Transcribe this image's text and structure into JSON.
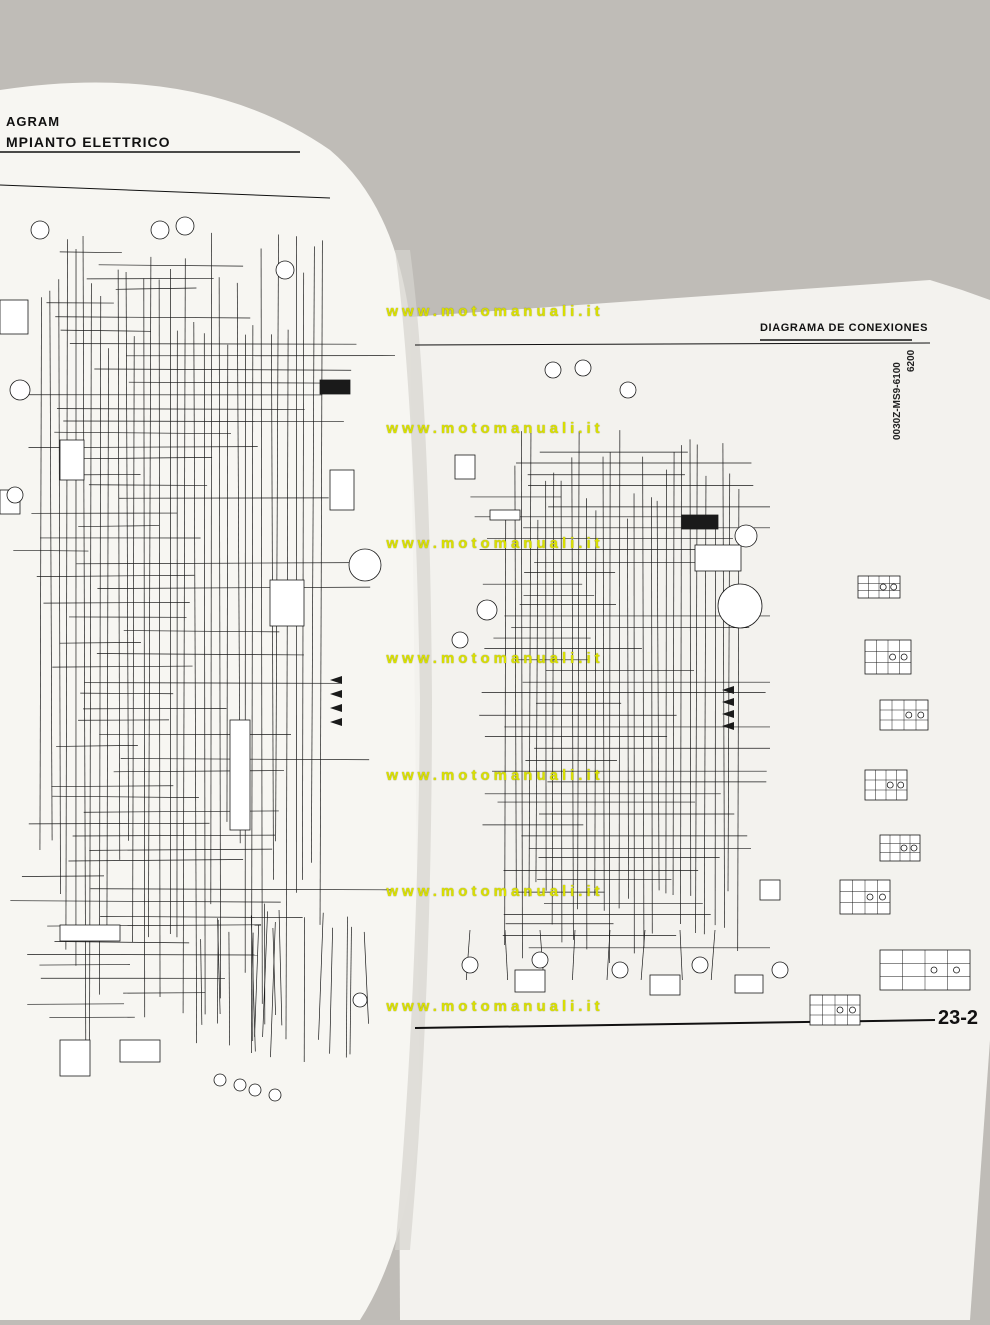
{
  "left_page": {
    "header_line1": "AGRAM",
    "header_line2": "MPIANTO ELETTRICO"
  },
  "right_page": {
    "header": "DIAGRAMA DE CONEXIONES",
    "model_code_1": "0030Z-MS9-6100",
    "model_code_2": "6200",
    "page_number": "23-2"
  },
  "watermark": {
    "text": "www.motomanuali.it",
    "color": "#d9e000"
  },
  "colors": {
    "background": "#bfbcb7",
    "paper": "#f5f4f0",
    "ink": "#1a1a1a"
  }
}
